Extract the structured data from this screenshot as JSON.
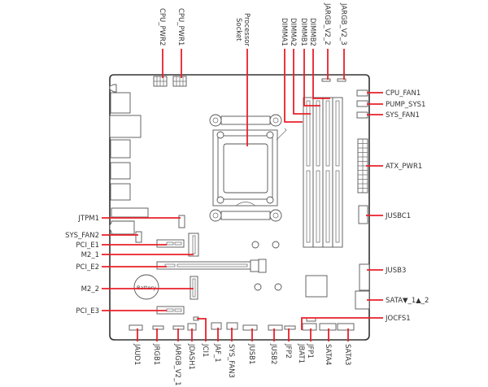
{
  "diagram": {
    "title": "Motherboard component layout",
    "accent_color": "#e8202a",
    "board_label": "Battery",
    "top_labels": [
      {
        "id": "cpu_pwr2",
        "text": "CPU_PWR2"
      },
      {
        "id": "cpu_pwr1",
        "text": "CPU_PWR1"
      },
      {
        "id": "processor_socket_line1",
        "text": "Processor"
      },
      {
        "id": "processor_socket_line2",
        "text": "Socket"
      },
      {
        "id": "dimma1",
        "text": "DIMMA1"
      },
      {
        "id": "dimma2",
        "text": "DIMMA2"
      },
      {
        "id": "dimmb1",
        "text": "DIMMB1"
      },
      {
        "id": "dimmb2",
        "text": "DIMMB2"
      },
      {
        "id": "jargb_v2_2",
        "text": "JARGB_V2_2"
      },
      {
        "id": "jargb_v2_3",
        "text": "JARGB_V2_3"
      }
    ],
    "right_labels": [
      {
        "id": "cpu_fan1",
        "text": "CPU_FAN1"
      },
      {
        "id": "pump_sys1",
        "text": "PUMP_SYS1"
      },
      {
        "id": "sys_fan1",
        "text": "SYS_FAN1"
      },
      {
        "id": "atx_pwr1",
        "text": "ATX_PWR1"
      },
      {
        "id": "jusbc1",
        "text": "JUSBC1"
      },
      {
        "id": "jusb3",
        "text": "JUSB3"
      },
      {
        "id": "sata_1_2",
        "text": "SATA▼_1▲_2"
      },
      {
        "id": "jocfs1",
        "text": "JOCFS1"
      }
    ],
    "left_labels": [
      {
        "id": "jtpm1",
        "text": "JTPM1"
      },
      {
        "id": "sys_fan2",
        "text": "SYS_FAN2"
      },
      {
        "id": "pci_e1",
        "text": "PCI_E1"
      },
      {
        "id": "m2_1",
        "text": "M2_1"
      },
      {
        "id": "pci_e2",
        "text": "PCI_E2"
      },
      {
        "id": "m2_2",
        "text": "M2_2"
      },
      {
        "id": "pci_e3",
        "text": "PCI_E3"
      }
    ],
    "bottom_labels": [
      {
        "id": "jaud1",
        "text": "JAUD1"
      },
      {
        "id": "jrgb1",
        "text": "JRGB1"
      },
      {
        "id": "jargb_v2_1",
        "text": "JARGB_V2_1"
      },
      {
        "id": "jdash1",
        "text": "JDASH1"
      },
      {
        "id": "jci1",
        "text": "JCI1"
      },
      {
        "id": "jaf_1",
        "text": "JAF_1"
      },
      {
        "id": "sys_fan3",
        "text": "SYS_FAN3"
      },
      {
        "id": "jusb1",
        "text": "JUSB1"
      },
      {
        "id": "jusb2",
        "text": "JUSB2"
      },
      {
        "id": "jfp2",
        "text": "JFP2"
      },
      {
        "id": "jbat1",
        "text": "JBAT1"
      },
      {
        "id": "jfp1",
        "text": "JFP1"
      },
      {
        "id": "sata4",
        "text": "SATA4"
      },
      {
        "id": "sata3",
        "text": "SATA3"
      }
    ]
  }
}
